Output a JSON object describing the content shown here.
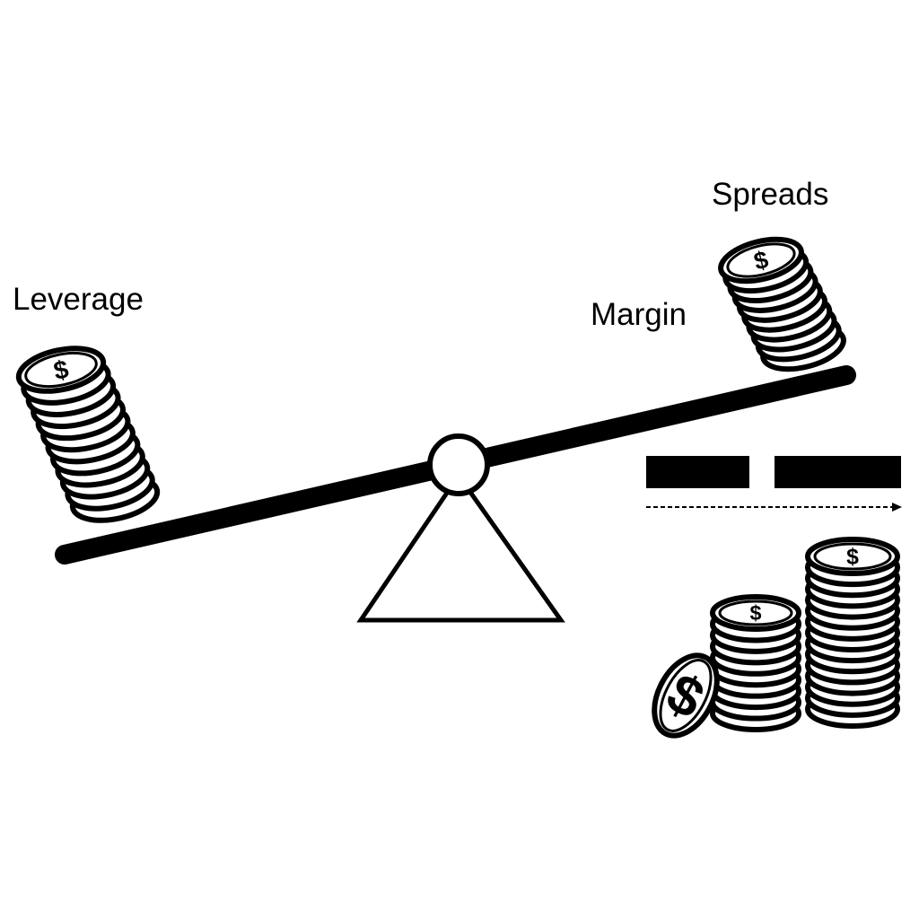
{
  "labels": {
    "leverage": "Leverage",
    "margin": "Margin",
    "spreads": "Spreads"
  },
  "icons": {
    "coin_symbol": "$"
  },
  "colors": {
    "ink": "#000000",
    "paper": "#ffffff"
  }
}
